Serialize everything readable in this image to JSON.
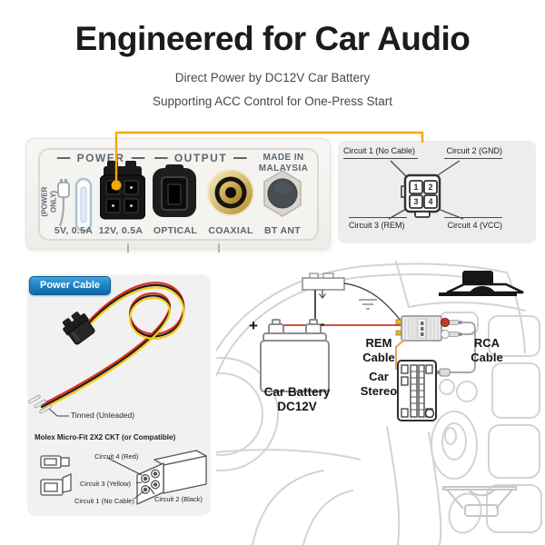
{
  "header": {
    "title": "Engineered for Car Audio",
    "subtitle_1": "Direct Power by DC12V Car Battery",
    "subtitle_2": "Supporting ACC Control for One-Press Start"
  },
  "rear_panel": {
    "section_power": "POWER",
    "section_output": "OUTPUT",
    "made_in_line1": "MADE IN",
    "made_in_line2": "MALAYSIA",
    "usb_note": "(POWER ONLY)",
    "port_labels": {
      "usb": "5V, 0.5A",
      "dc": "12V, 0.5A",
      "optical": "OPTICAL",
      "coaxial": "COAXIAL",
      "bt": "BT ANT"
    }
  },
  "pinout": {
    "circuit1": "Circuit 1 (No Cable)",
    "circuit2": "Circuit 2 (GND)",
    "circuit3": "Circuit 3 (REM)",
    "circuit4": "Circuit 4 (VCC)",
    "pins": {
      "p1": "1",
      "p2": "2",
      "p3": "3",
      "p4": "4"
    }
  },
  "power_cable": {
    "badge": "Power Cable",
    "tinned": "Tinned (Unleaded)",
    "connector_title": "Molex Micro-Fit 2X2 CKT (or Compatible)",
    "circuit4": "Circuit 4 (Red)",
    "circuit3": "Circuit 3 (Yellow)",
    "circuit1": "Circuit 1 (No Cable)",
    "circuit2": "Circuit 2 (Black)"
  },
  "install_diagram": {
    "plus": "+",
    "minus": "-",
    "battery_line1": "Car Battery",
    "battery_line2": "DC12V",
    "rem_line1": "REM",
    "rem_line2": "Cable",
    "stereo_line1": "Car",
    "stereo_line2": "Stereo",
    "rca_line1": "RCA",
    "rca_line2": "Cable"
  },
  "colors": {
    "accent_orange": "#F5A800",
    "badge_blue": "#1E87C9",
    "badge_blue_dark": "#1167A3",
    "wire_red": "#DD3124",
    "wire_yellow": "#F4CD13",
    "wire_black": "#1C1C1C",
    "rem_orange": "#F2A25C",
    "label_slate": "#5B6670",
    "panel_gray": "#EDEDED"
  }
}
